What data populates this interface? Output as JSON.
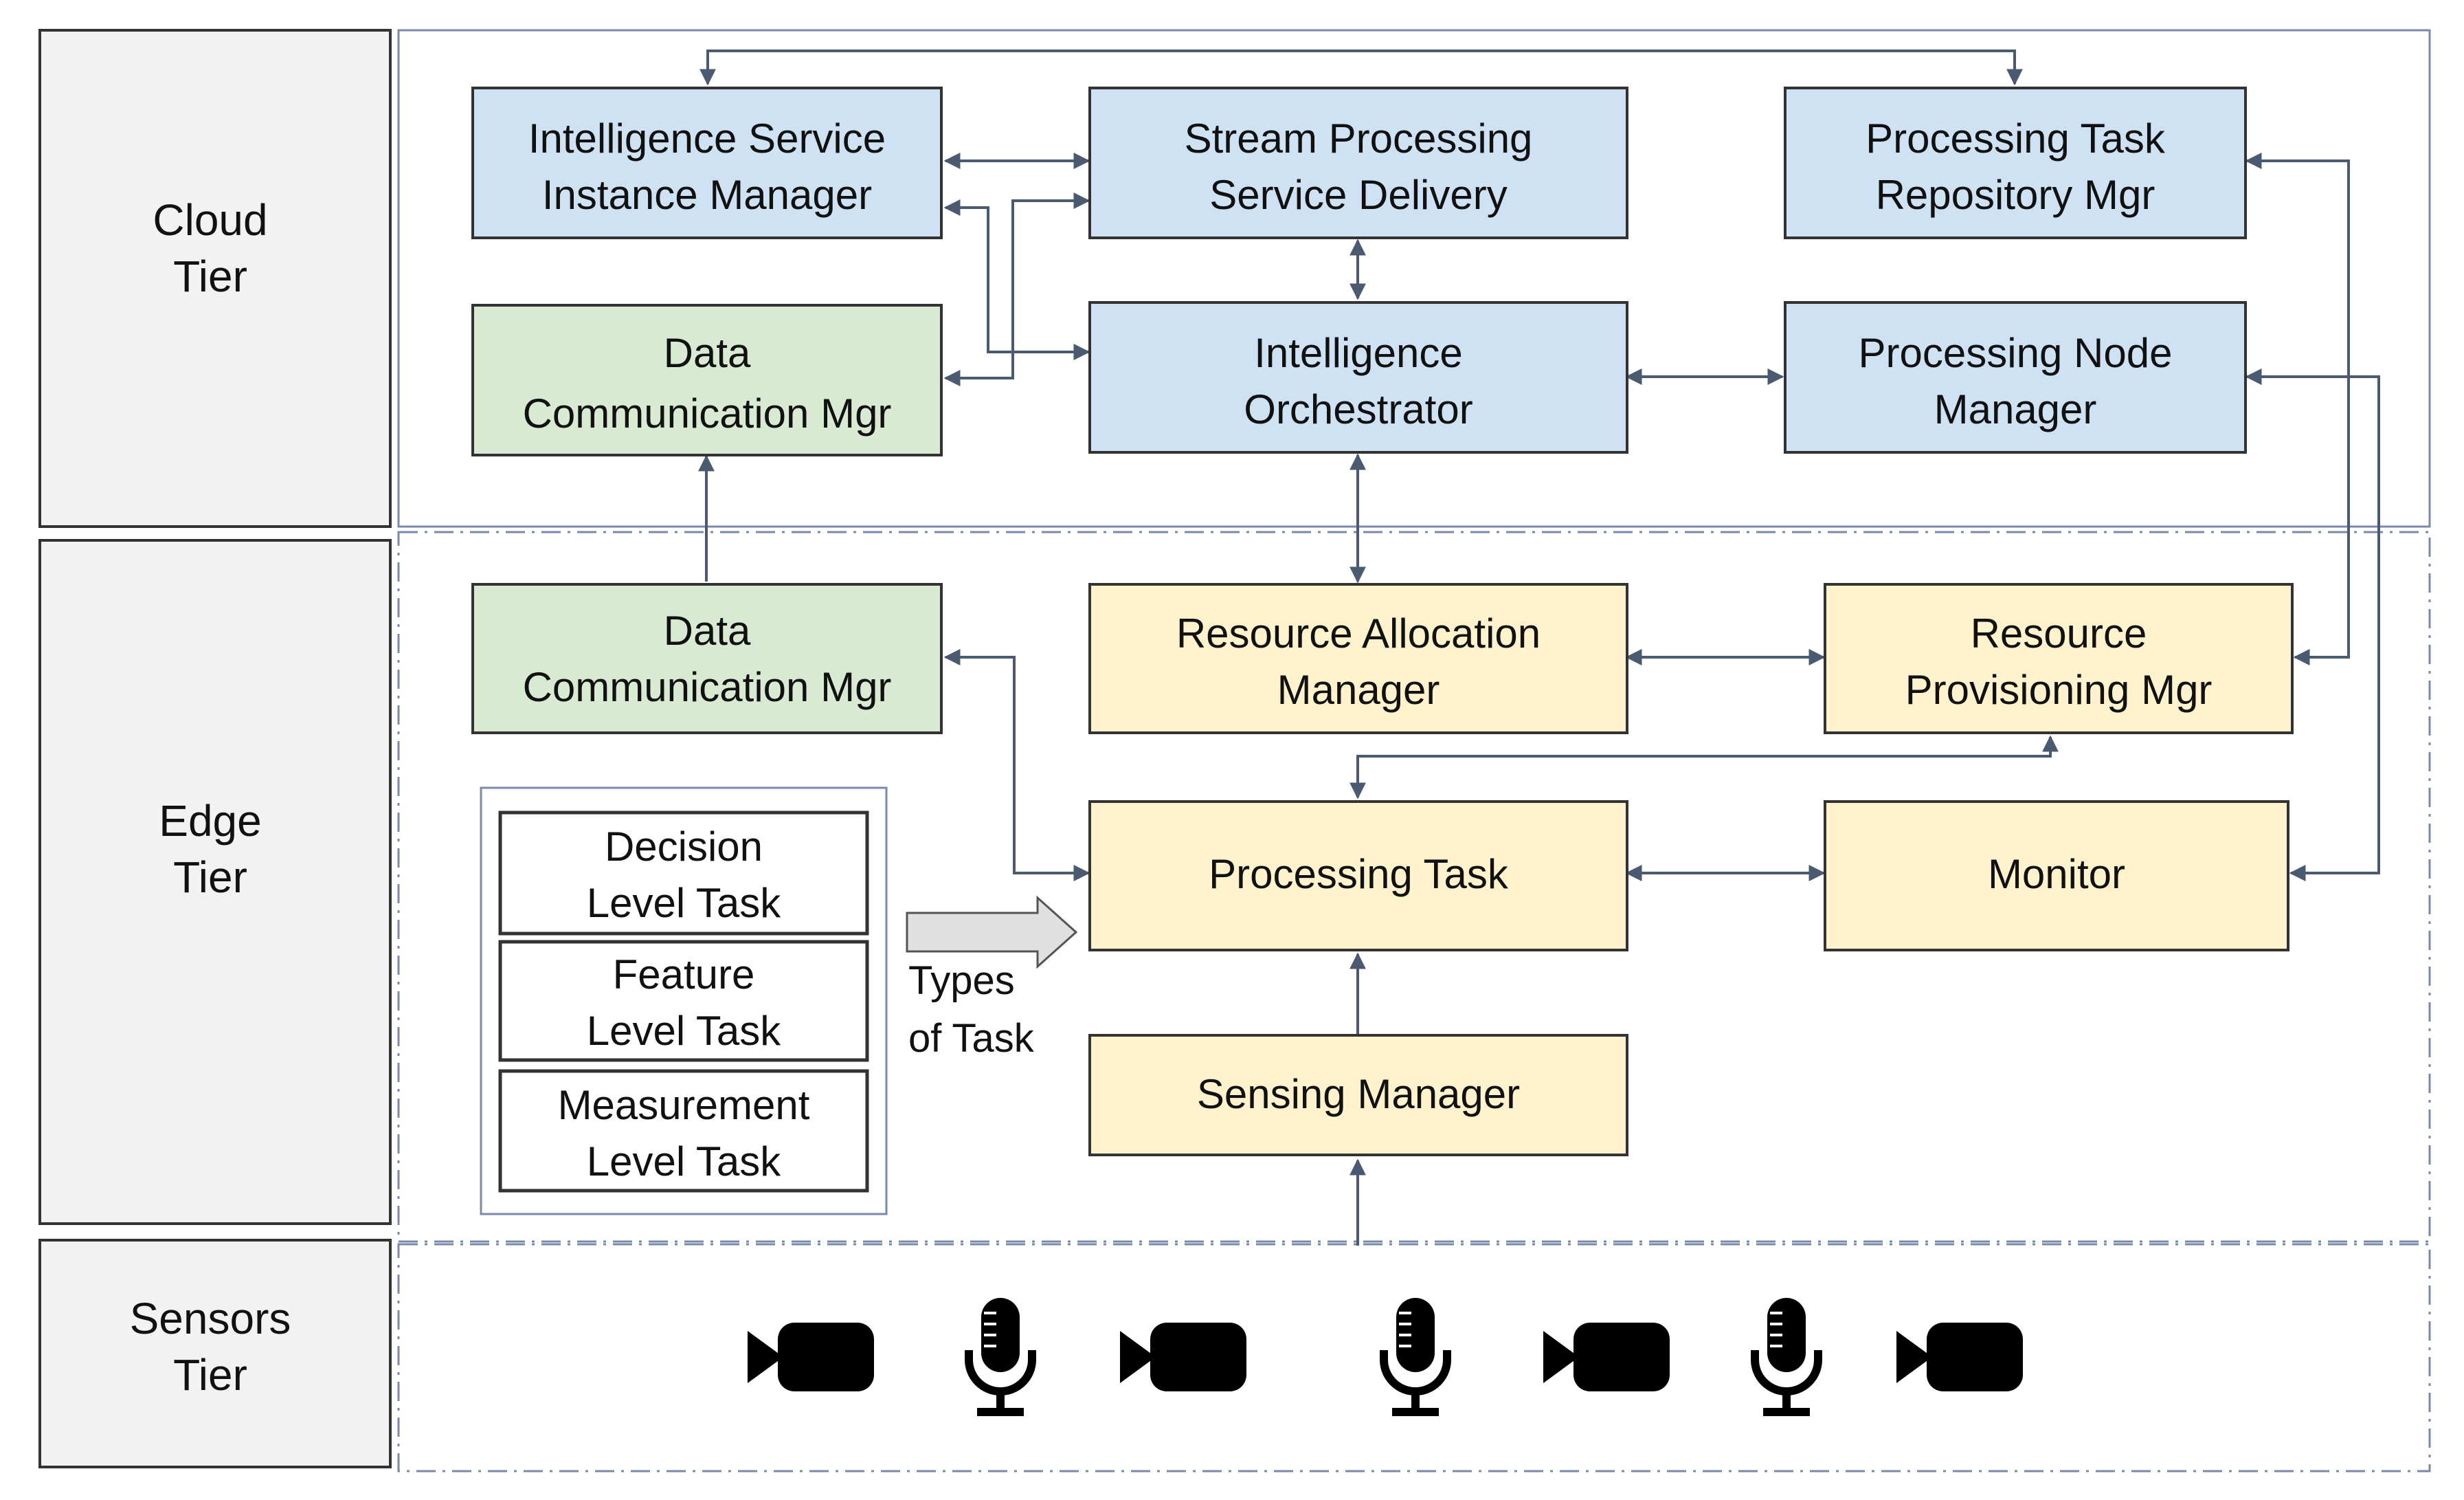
{
  "colors": {
    "cloud_fill": "#cfe2f3",
    "edge_fill": "#fff2cc",
    "comm_fill": "#d9ead3",
    "tier_fill": "#f2f2f2",
    "border": "#333333",
    "connector": "#4a5a70",
    "outline": "#7a8aa8"
  },
  "tiers": {
    "cloud": [
      "Cloud",
      "Tier"
    ],
    "edge": [
      "Edge",
      "Tier"
    ],
    "sensors": [
      "Sensors",
      "Tier"
    ]
  },
  "cloud": {
    "intel_service": [
      "Intelligence Service",
      "Instance Manager"
    ],
    "stream_processing": [
      "Stream Processing",
      "Service Delivery"
    ],
    "task_repository": [
      "Processing Task",
      "Repository Mgr"
    ],
    "data_comm": [
      "Data",
      "Communication Mgr"
    ],
    "orchestrator": [
      "Intelligence",
      "Orchestrator"
    ],
    "node_manager": [
      "Processing Node",
      "Manager"
    ]
  },
  "edge": {
    "data_comm": [
      "Data",
      "Communication Mgr"
    ],
    "resource_allocation": [
      "Resource Allocation",
      "Manager"
    ],
    "resource_provisioning": [
      "Resource",
      "Provisioning Mgr"
    ],
    "processing_task": [
      "Processing Task"
    ],
    "monitor": [
      "Monitor"
    ],
    "sensing_manager": [
      "Sensing Manager"
    ],
    "task_types": [
      [
        "Decision",
        "Level Task"
      ],
      [
        "Feature",
        "Level Task"
      ],
      [
        "Measurement",
        "Level Task"
      ]
    ],
    "types_label": [
      "Types",
      "of Task"
    ]
  },
  "sensors": [
    "camera-icon",
    "microphone-icon",
    "camera-icon",
    "microphone-icon",
    "camera-icon",
    "microphone-icon",
    "camera-icon"
  ]
}
